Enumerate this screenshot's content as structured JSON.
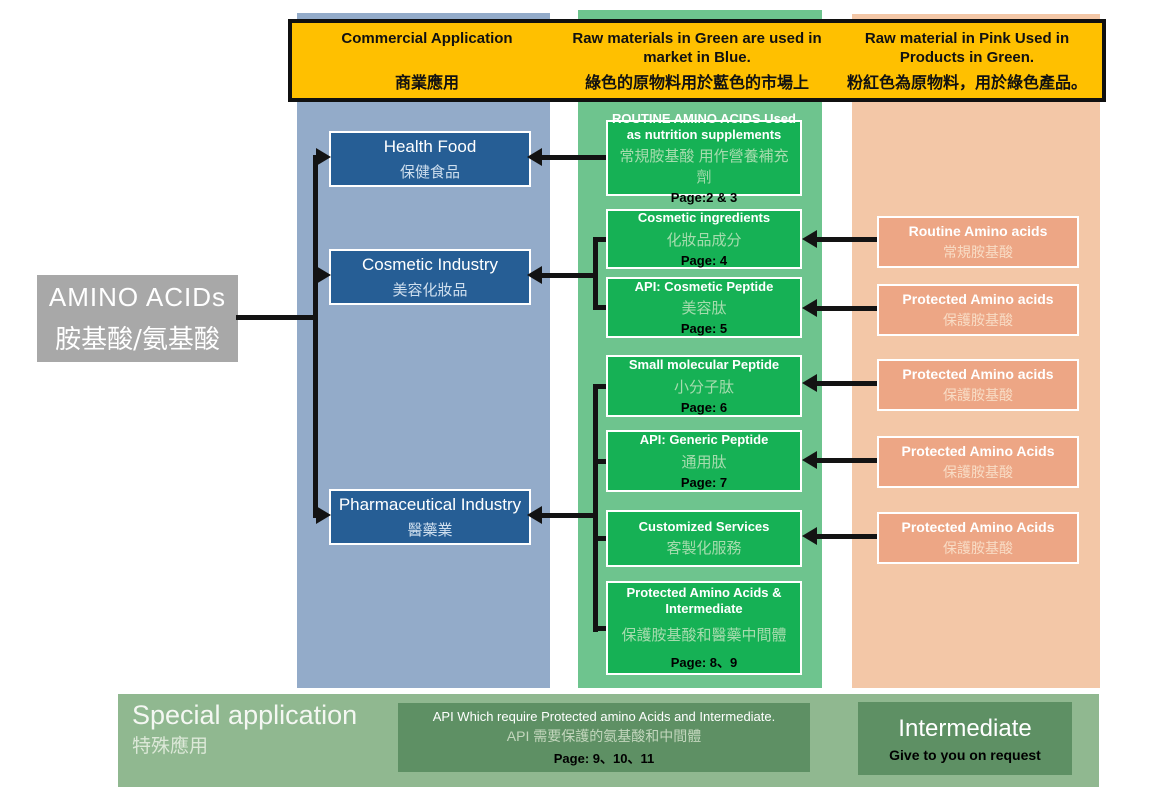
{
  "legend": {
    "commercial": {
      "en": "Commercial Application",
      "zh": "商業應用"
    },
    "green_note": {
      "en": "Raw materials in Green are used in market in Blue.",
      "zh": "綠色的原物料用於藍色的市場上"
    },
    "pink_note": {
      "en": "Raw material in Pink Used in Products in Green.",
      "zh": "粉紅色為原物料，用於綠色產品。"
    }
  },
  "root": {
    "en": "AMINO ACIDs",
    "zh": "胺基酸/氨基酸"
  },
  "markets": [
    {
      "en": "Health Food",
      "zh": "保健食品"
    },
    {
      "en": "Cosmetic Industry",
      "zh": "美容化妝品"
    },
    {
      "en": "Pharmaceutical Industry",
      "zh": "醫藥業"
    }
  ],
  "products": [
    {
      "en": "ROUTINE AMINO ACIDS Used as nutrition supplements",
      "zh": "常規胺基酸 用作營養補充劑",
      "page": "Page:2 & 3"
    },
    {
      "en": "Cosmetic ingredients",
      "zh": "化妝品成分",
      "page": "Page: 4"
    },
    {
      "en": "API: Cosmetic Peptide",
      "zh": "美容肽",
      "page": "Page: 5"
    },
    {
      "en": "Small molecular Peptide",
      "zh": "小分子肽",
      "page": "Page: 6"
    },
    {
      "en": "API: Generic Peptide",
      "zh": "通用肽",
      "page": "Page: 7"
    },
    {
      "en": "Customized Services",
      "zh": "客製化服務",
      "page": ""
    },
    {
      "en": "Protected Amino Acids & Intermediate",
      "zh": "保護胺基酸和醫藥中間體",
      "page": "Page: 8、9"
    }
  ],
  "raw_materials": [
    {
      "en": "Routine Amino acids",
      "zh": "常規胺基酸"
    },
    {
      "en": "Protected Amino acids",
      "zh": "保護胺基酸"
    },
    {
      "en": "Protected Amino acids",
      "zh": "保護胺基酸"
    },
    {
      "en": "Protected Amino Acids",
      "zh": "保護胺基酸"
    },
    {
      "en": "Protected Amino Acids",
      "zh": "保護胺基酸"
    }
  ],
  "footer": {
    "title": {
      "en": "Special application",
      "zh": "特殊應用"
    },
    "api_box": {
      "en": "API Which require Protected amino Acids and Intermediate.",
      "zh": "API 需要保護的氨基酸和中間體",
      "page": "Page: 9、10、11"
    },
    "intermediate": {
      "title": "Intermediate",
      "note": "Give to you on request"
    }
  },
  "colors": {
    "legend_bg": "#ffc000",
    "blue_column": "#93abc9",
    "blue_box": "#265e95",
    "green_column": "#6ec48e",
    "green_box": "#16b155",
    "pink_column": "#f3c7a7",
    "pink_box": "#eda685",
    "footer_bar": "#90b890",
    "footer_box": "#5e9064",
    "root_box": "#a8a8a8",
    "connector": "#131313"
  }
}
